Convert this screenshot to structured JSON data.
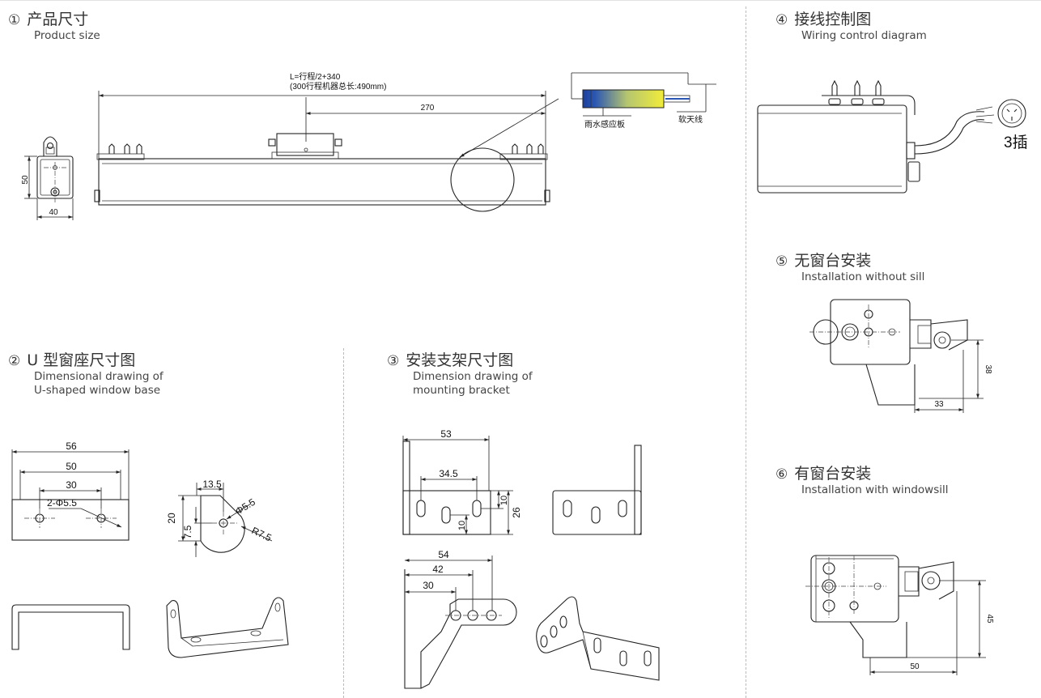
{
  "sections": {
    "product_size": {
      "num": "①",
      "title": "产品尺寸",
      "subtitle": "Product size"
    },
    "u_base": {
      "num": "②",
      "title": "U 型窗座尺寸图",
      "subtitle": "Dimensional drawing  of\nU-shaped window base"
    },
    "bracket": {
      "num": "③",
      "title": "安装支架尺寸图",
      "subtitle": "Dimension drawing of\nmounting bracket"
    },
    "wiring": {
      "num": "④",
      "title": "接线控制图",
      "subtitle": "Wiring control diagram"
    },
    "no_sill": {
      "num": "⑤",
      "title": "无窗台安装",
      "subtitle": "Installation without sill"
    },
    "with_sill": {
      "num": "⑥",
      "title": "有窗台安装",
      "subtitle": "Installation with windowsill"
    }
  },
  "labels": {
    "length_formula": "L=行程/2+340",
    "length_note": "(300行程机器总长:490mm)",
    "dim_270": "270",
    "rain_sensor": "雨水感应板",
    "soft_antenna": "软天线",
    "dim_50": "50",
    "dim_40": "40",
    "plug_3": "3插",
    "dim_38": "38",
    "dim_33": "33",
    "dim_45": "45",
    "dim_50b": "50",
    "u_56": "56",
    "u_50": "50",
    "u_30": "30",
    "u_holes": "2-Φ5.5",
    "u_13_5": "13.5",
    "u_20": "20",
    "u_7_5": "7.5",
    "u_phi": "Φ5.5",
    "u_r": "R7.5",
    "b_53": "53",
    "b_34_5": "34.5",
    "b_10a": "10",
    "b_26": "26",
    "b_10b": "10",
    "b_54": "54",
    "b_42": "42",
    "b_30": "30"
  },
  "colors": {
    "sensor_left": "#1c3f9c",
    "sensor_right": "#f1ec3a",
    "divider": "#bbbbbb"
  }
}
